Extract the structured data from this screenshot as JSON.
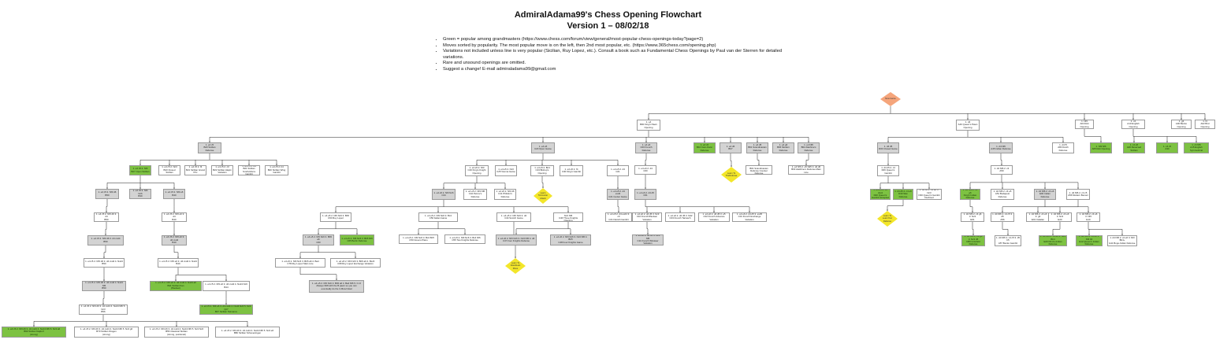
{
  "header": {
    "title": "AdmiralAdama99's Chess Opening Flowchart",
    "subtitle": "Version 1 – 08/02/18"
  },
  "notes": [
    "Green = popular among grandmasters (https://www.chess.com/forum/view/general/most-popular-chess-openings-today?page=2)",
    "Moves sorted by popularity. The most popular move is on the left, then 2nd most popular, etc. (https://www.365chess.com/opening.php)",
    "Variations not included unless line is very popular (Sicilian, Ruy Lopez, etc.). Consult a book such as Fundamental Chess Openings by Paul van der Sterren for detailed variations.",
    "Rare and unsound openings are omitted.",
    "Suggest a change! E-mail admiraladama99@gmail.com"
  ],
  "colors": {
    "green": "#7dc242",
    "gray": "#d3d3d3",
    "white": "#ffffff",
    "diamond_start": "#f5a57b",
    "diamond_note": "#f3e62a",
    "line": "#222222"
  },
  "nodes": [
    {
      "id": "start",
      "kind": "diamond",
      "style": "sal",
      "lines": [
        "New Game"
      ]
    },
    {
      "id": "e4",
      "style": "w",
      "lines": [
        "1. e4",
        "B00 King's Pawn Opening"
      ]
    },
    {
      "id": "d4",
      "style": "w",
      "lines": [
        "1. d4",
        "A40 Queen's Pawn Opening"
      ]
    },
    {
      "id": "nf3",
      "style": "w",
      "lines": [
        "1. Nf3",
        "A04 Réti Opening"
      ]
    },
    {
      "id": "c4",
      "style": "w",
      "lines": [
        "1. c4",
        "A10 English Opening"
      ]
    },
    {
      "id": "g3",
      "style": "w",
      "lines": [
        "1. g3",
        "A00 Benko Opening"
      ]
    },
    {
      "id": "b3",
      "style": "w",
      "lines": [
        "1. f4",
        "A02 Bird Opening"
      ]
    },
    {
      "id": "c5",
      "style": "g",
      "lines": [
        "1. e4 c5",
        "B20 Sicilian Defense"
      ]
    },
    {
      "id": "e5",
      "style": "g",
      "lines": [
        "1. e4 e5",
        "C20 Open Game"
      ]
    },
    {
      "id": "e6",
      "style": "g",
      "lines": [
        "1. e4 e6",
        "C00 French Defense"
      ]
    },
    {
      "id": "c6",
      "style": "gr",
      "lines": [
        "1. e4 c6",
        "B10 Caro-Kann Defense"
      ]
    },
    {
      "id": "d6",
      "style": "g",
      "lines": [
        "1. e4 d6",
        "B07"
      ]
    },
    {
      "id": "d5s",
      "style": "g",
      "lines": [
        "1. e4 d5",
        "B01 Scandinavian Defense"
      ]
    },
    {
      "id": "g6",
      "style": "g",
      "lines": [
        "1. e4 g6",
        "B06 Modern Defense"
      ]
    },
    {
      "id": "nf6a",
      "style": "g",
      "lines": [
        "1. e4 Nf6",
        "B02 Alekhine's Defense"
      ]
    },
    {
      "id": "d4d5",
      "style": "g",
      "lines": [
        "1. d4 d5",
        "D00 Closed Game"
      ]
    },
    {
      "id": "d4nf6",
      "style": "g",
      "lines": [
        "1. d4 Nf6",
        "A45 Indian Defense"
      ]
    },
    {
      "id": "d4f5",
      "style": "w",
      "lines": [
        "1. d4 f5",
        "A80 Dutch Defense"
      ]
    },
    {
      "id": "nf3nf6",
      "style": "gr",
      "lines": [
        "1. Nf3 Nf6",
        "A05 Réti Opening"
      ]
    },
    {
      "id": "c4e5",
      "style": "gr",
      "lines": [
        "1. c4 e5",
        "A20 Reversed Sicilian"
      ]
    },
    {
      "id": "c4c5",
      "style": "gr",
      "lines": [
        "1. c4 c5",
        "A30"
      ]
    },
    {
      "id": "c4nf6",
      "style": "gr",
      "lines": [
        "1. c4 Nf6",
        "A15 English Symmetrical"
      ]
    },
    {
      "id": "s1",
      "style": "gr",
      "lines": [
        "1. e4 c5 2. Nf3",
        "B27 Open Sicilian"
      ]
    },
    {
      "id": "s2",
      "style": "w",
      "lines": [
        "1. e4 c5 2. Nc3",
        "B23 Closed Sicilian"
      ]
    },
    {
      "id": "s3",
      "style": "w",
      "lines": [
        "1. e4 c5 2. f4",
        "B21 Sicilian Grand Prix"
      ]
    },
    {
      "id": "s4",
      "style": "w",
      "lines": [
        "1. e4 c5 2. c3",
        "B22 Sicilian Alapin Variation"
      ]
    },
    {
      "id": "s5",
      "style": "w",
      "lines": [
        "1. e4 c5 2. d4",
        "B21 Sicilian Smith-Morra Gambit"
      ]
    },
    {
      "id": "s6",
      "style": "w",
      "lines": [
        "1. e4 c5 2. b4",
        "B20 Sicilian Wing Gambit"
      ]
    },
    {
      "id": "s1a",
      "style": "g",
      "lines": [
        "1. e4 c5 2. Nf3 d6",
        "B50"
      ]
    },
    {
      "id": "s1b",
      "style": "g",
      "lines": [
        "1. e4 c5 2. Nf3 Nc6",
        "B30"
      ]
    },
    {
      "id": "s1c",
      "style": "g",
      "lines": [
        "1. e4 c5 2. Nf3 e6",
        "B40"
      ]
    },
    {
      "id": "s1a1",
      "style": "w",
      "lines": [
        "1. e4 c5 2. Nf3 d6 3. d4",
        "B50"
      ]
    },
    {
      "id": "s1c1",
      "style": "w",
      "lines": [
        "1. e4 c5 2. Nf3 e6 3. d4",
        "B40"
      ]
    },
    {
      "id": "s1a2",
      "style": "g",
      "lines": [
        "1. e4 c5 2. Nf3 d6 3. d4 cxd4",
        "B50"
      ]
    },
    {
      "id": "s1c2",
      "style": "g",
      "lines": [
        "1. e4 c5 2. Nf3 e6 3. d4 cxd4",
        "B40"
      ]
    },
    {
      "id": "s1a3",
      "style": "w",
      "lines": [
        "1. e4 c5 2. Nf3 d6 3. d4 cxd4 4. Nxd4",
        "B50"
      ]
    },
    {
      "id": "s1c3",
      "style": "w",
      "lines": [
        "1. e4 c5 2. Nf3 e6 3. d4 cxd4 4. Nxd4",
        "B40"
      ]
    },
    {
      "id": "s1a4",
      "style": "g",
      "lines": [
        "1. e4 c5 2. Nf3 d6 3. d4 cxd4 4. Nxd4 Nf6",
        "B50"
      ]
    },
    {
      "id": "s1c4",
      "style": "gr",
      "lines": [
        "1. e4 c5 2. Nf3 e6 3. d4 cxd4 4. Nxd4 a6",
        "B41 Sicilian Kan",
        "(Paulsen)"
      ]
    },
    {
      "id": "s1c5",
      "style": "w",
      "lines": [
        "1. e4 c5 2. Nf3 e6 3. d4 cxd4 4. Nxd4 Nc6",
        "B44"
      ]
    },
    {
      "id": "s1a5",
      "style": "w",
      "lines": [
        "1. e4 c5 2. Nf3 d6 3. d4 cxd4 4. Nxd4 Nf6 5. Nc3",
        "B56"
      ]
    },
    {
      "id": "s1c6",
      "style": "gr",
      "lines": [
        "1. e4 c5 2. Nf3 e6 3. d4 cxd4 4. Nxd4 Nc6 5. Nc3 Qc7",
        "B47 Sicilian Taimanov"
      ]
    },
    {
      "id": "n1",
      "style": "gr",
      "lines": [
        "1. e4 c5 2. Nf3 d6 3. d4 cxd4 4. Nxd4 Nf6 5. Nc3 a6",
        "B90 Sicilian Najdorf",
        "(strong)"
      ]
    },
    {
      "id": "n2",
      "style": "w",
      "lines": [
        "1. e4 c5 2. Nf3 d6 3. d4 cxd4 4. Nxd4 Nf6 5. Nc3 g6",
        "B70 Sicilian Dragon",
        "(strong)"
      ]
    },
    {
      "id": "n3",
      "style": "w",
      "lines": [
        "1. e4 c5 2. Nf3 d6 3. d4 cxd4 4. Nxd4 Nf6 5. Nc3 Nc6",
        "B56 Classical Sicilian",
        "(strong, positional)"
      ]
    },
    {
      "id": "n4",
      "style": "w",
      "lines": [
        "1. e4 c5 2. Nf3 d6 3. d4 cxd4 4. Nxd4 Nf6 5. Nc3 e6",
        "B80 Sicilian Scheveningen"
      ]
    },
    {
      "id": "e5a",
      "style": "w",
      "lines": [
        "1. e4 e5 2. Nf3",
        "C40 King's Knight Opening"
      ]
    },
    {
      "id": "e5b",
      "style": "w",
      "lines": [
        "1. e4 e5 2. Nc3",
        "C25 Vienna Game"
      ]
    },
    {
      "id": "e5c",
      "style": "w",
      "lines": [
        "1. e4 e5 2. Bc4",
        "C23 Bishop's Opening"
      ]
    },
    {
      "id": "e5d",
      "style": "w",
      "lines": [
        "1. e4 e5 2. f4",
        "C30 King's Gambit"
      ]
    },
    {
      "id": "e5e",
      "style": "w",
      "lines": [
        "1. e4 e5 2. d4",
        "C21"
      ]
    },
    {
      "id": "e5a1",
      "style": "g",
      "lines": [
        "1. e4 e5 2. Nf3 Nc6",
        "C44"
      ]
    },
    {
      "id": "e5a2",
      "style": "w",
      "lines": [
        "1. e4 e5 2. Nf3 Nf6",
        "C42 Petrov's Defense"
      ]
    },
    {
      "id": "e5a3",
      "style": "w",
      "lines": [
        "1. e4 e5 2. Nf3 d6",
        "C41 Philidor's Defense"
      ]
    },
    {
      "id": "e5e1",
      "style": "g",
      "lines": [
        "1. e4 e5 2. d4 exd4",
        "C21 Center Game"
      ]
    },
    {
      "id": "e5e2",
      "style": "w",
      "lines": [
        "1. e4 e5 2. d4 exd4 3. c3",
        "C21 Danish Gambit"
      ]
    },
    {
      "id": "rl",
      "style": "w",
      "lines": [
        "1. e4 e5 2. Nf3 Nc6 3. Bb5",
        "C60 Ruy Lopez"
      ]
    },
    {
      "id": "ig",
      "style": "w",
      "lines": [
        "1. e4 e5 2. Nf3 Nc6 3. Bc4",
        "C50 Italian Game"
      ]
    },
    {
      "id": "sc",
      "style": "w",
      "lines": [
        "1. e4 e5 2. Nf3 Nc6 3. d4",
        "C44 Scotch Game"
      ]
    },
    {
      "id": "fk",
      "style": "w",
      "lines": [
        "1. e4 e5 2. Nf3 Nc6 3. Nc3 Nf6",
        "C46 Three Knights Opening"
      ]
    },
    {
      "id": "rla",
      "style": "g",
      "lines": [
        "1. e4 e5 2. Nf3 Nc6 3. Bb5 a6",
        "C60"
      ]
    },
    {
      "id": "rlb",
      "style": "gr",
      "lines": [
        "1. e4 e5 2. Nf3 Nc6 3. Bb5 Nf6",
        "C65 Berlin Defense"
      ]
    },
    {
      "id": "rla1",
      "style": "w",
      "lines": [
        "1. e4 e5 2. Nf3 Nc6 3. Bb5 a6 4. Ba4",
        "C78 Ruy Lopez Main Line"
      ]
    },
    {
      "id": "rla2",
      "style": "w",
      "lines": [
        "1. e4 e5 2. Nf3 Nc6 3. Bb5 a6 4. Bxc6",
        "C68 Ruy Lopez Exchange Variation"
      ]
    },
    {
      "id": "rla3",
      "style": "g",
      "lines": [
        "1. e4 e5 2. Nf3 Nc6 3. Bb5 a6 4. Ba4 Nf6 5. O-O",
        "Always Nb8 with the B pawn so you can",
        "eventually do the C-Bowl Glad"
      ]
    },
    {
      "id": "ig1",
      "style": "w",
      "lines": [
        "1. e4 e5 2. Nf3 Nc6 3. Bc4 Bc5",
        "C50 Giuoco Piano"
      ]
    },
    {
      "id": "ig2",
      "style": "w",
      "lines": [
        "1. e4 e5 2. Nf3 Nc6 3. Bc4 Nf6",
        "C55 Two Knights Defense"
      ]
    },
    {
      "id": "fk1",
      "style": "g",
      "lines": [
        "1. e4 e5 2. Nf3 Nc6 3. Nc3 Nf6 4. d4",
        "C47 Four Knights Defense"
      ]
    },
    {
      "id": "fk2",
      "style": "g",
      "lines": [
        "1. e4 e5 2. Nf3 Nc6 3. Nc3 Nf6 4. Bb5",
        "C48 Four Knights Game"
      ]
    },
    {
      "id": "fr1",
      "style": "w",
      "lines": [
        "1. e4 e6 2. d4",
        "C00"
      ]
    },
    {
      "id": "fr2",
      "style": "g",
      "lines": [
        "1. e4 e6 2. d4 d5",
        "C01"
      ]
    },
    {
      "id": "fr3",
      "style": "w",
      "lines": [
        "1. e4 e6 2. d4 d5 3. Nc3",
        "C10 French/Paulsen Variation"
      ]
    },
    {
      "id": "fr4",
      "style": "w",
      "lines": [
        "1. e4 e6 2. d4 d5 3. Nd2",
        "C03 French Tarrasch"
      ]
    },
    {
      "id": "fr5",
      "style": "w",
      "lines": [
        "1. e4 e6 2. d4 d5 3. e5",
        "C02 French Advance Variation"
      ]
    },
    {
      "id": "fr6",
      "style": "w",
      "lines": [
        "1. e4 e6 2. d4 d5 3. exd5",
        "C01 French Exchange Variation"
      ]
    },
    {
      "id": "fr7",
      "style": "g",
      "lines": [
        "1. e4 e6 2. d4 d5 3. Nc3 Nf6",
        "C11 French Winawer Variation"
      ]
    },
    {
      "id": "scd",
      "style": "w",
      "lines": [
        "1. e4 d5 2. exd5",
        "B01 Scandinavian Defense Counter Defense"
      ]
    },
    {
      "id": "nf6b",
      "style": "w",
      "lines": [
        "1. e4 Nf6 2. e5 Nd5 3. d4 d6",
        "B03 Alekhine's Defense Main Line"
      ]
    },
    {
      "id": "qg0",
      "style": "w",
      "lines": [
        "1. d4 d5 2. c4",
        "D06 Queen's Gambit"
      ]
    },
    {
      "id": "qg1",
      "style": "gr",
      "lines": [
        "1. d4 d5 2. c4 dxc4",
        "D20 Queen's Gambit Accepted"
      ]
    },
    {
      "id": "qg2",
      "style": "gr",
      "lines": [
        "1. d4 d5 2. c4 e6",
        "D30 Slav Defense"
      ]
    },
    {
      "id": "qg3",
      "style": "w",
      "lines": [
        "1. d4 d5 2. c4 e6 3. Nc3",
        "D30 Queen's Gambit Declined"
      ]
    },
    {
      "id": "in0",
      "style": "w",
      "lines": [
        "1. d4 Nf6 2. c4",
        "A50"
      ]
    },
    {
      "id": "in1",
      "style": "gr",
      "lines": [
        "1. d4 Nf6 2. c4 g6",
        "King's Indian Defense"
      ]
    },
    {
      "id": "in2",
      "style": "w",
      "lines": [
        "1. d4 Nf6 2. c4 e5",
        "A51 Budapest Defense"
      ]
    },
    {
      "id": "in3",
      "style": "g",
      "lines": [
        "1. d4 Nf6 2. c4 e6",
        "E00 Indian Defense"
      ]
    },
    {
      "id": "in4",
      "style": "w",
      "lines": [
        "1. d4 Nf6 2. c4 c5",
        "A56 Modern Benoni"
      ]
    },
    {
      "id": "in1a",
      "style": "w",
      "lines": [
        "1. d4 Nf6 2. c4 g6 3. Nc3",
        "E61"
      ]
    },
    {
      "id": "in1b",
      "style": "w",
      "lines": [
        "1. d4 Nf6 2. c4 c5 3. d5",
        "A56"
      ]
    },
    {
      "id": "in3a",
      "style": "w",
      "lines": [
        "1. d4 Nf6 2. c4 e6 3. g3",
        "E01 Catalan"
      ]
    },
    {
      "id": "in3b",
      "style": "w",
      "lines": [
        "1. d4 Nf6 2. c4 e6 3. Nc3",
        "E20"
      ]
    },
    {
      "id": "in3c",
      "style": "w",
      "lines": [
        "1. d4 Nf6 2. c4 e6 3. Nf3",
        "E10"
      ]
    },
    {
      "id": "gr1",
      "style": "gr",
      "lines": [
        "1. d4 Nf6 2. c4 g6 3. Nc3 d5",
        "D80 Grünfeld Defense"
      ]
    },
    {
      "id": "gr2",
      "style": "w",
      "lines": [
        "1. d4 Nf6 2. c4 c5 3. d5 b5",
        "A57 Benko Gambit"
      ]
    },
    {
      "id": "ni1",
      "style": "gr",
      "lines": [
        "1. d4 Nf6 2. c4 e6 3. Nc3 Bb4",
        "E20 Nimzo-Indian Defense"
      ]
    },
    {
      "id": "qi1",
      "style": "gr",
      "lines": [
        "1. d4 Nf6 2. c4 e6 3. Nf3 b6",
        "E12 Queen's Indian Defense"
      ]
    },
    {
      "id": "bi1",
      "style": "w",
      "lines": [
        "1. d4 Nf6 2. c4 e6 3. Nf3 Bb4+",
        "E11 Bogo-Indian Defense"
      ]
    },
    {
      "id": "dia1",
      "kind": "diamond",
      "style": "yel",
      "lines": [
        "Learn To",
        "Counter Attack"
      ]
    },
    {
      "id": "dia2",
      "kind": "diamond",
      "style": "yel",
      "lines": [
        "Learn To The",
        "Defense"
      ]
    },
    {
      "id": "dia3",
      "kind": "diamond",
      "style": "yel",
      "lines": [
        "Learn To Learn",
        "Your Defense"
      ]
    },
    {
      "id": "dia4",
      "kind": "diamond",
      "style": "yel",
      "lines": [
        "Learn To Attack",
        "Last Move"
      ]
    }
  ]
}
